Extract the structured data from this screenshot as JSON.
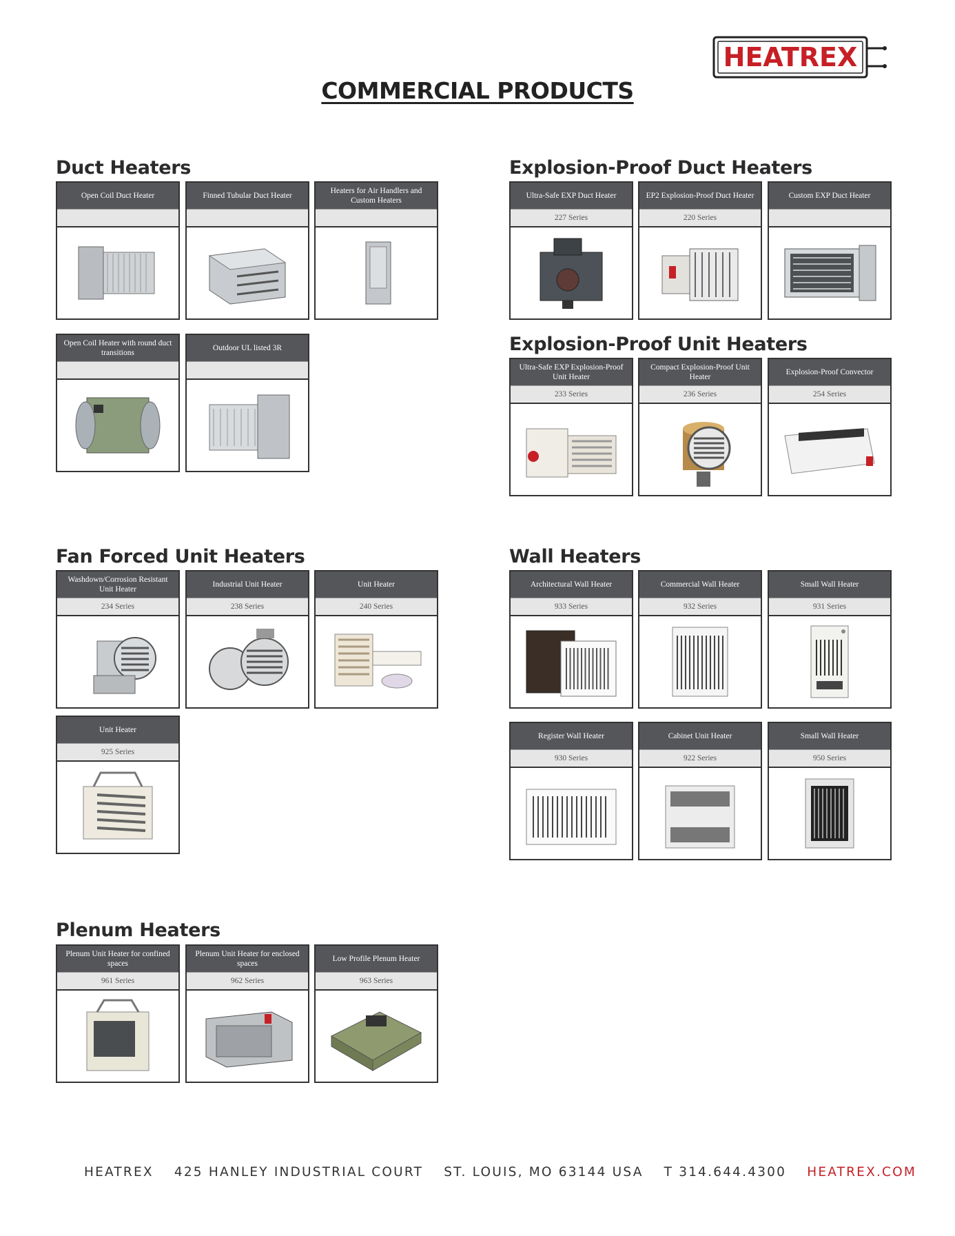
{
  "page": {
    "logo_text": "HEATREX",
    "title": "COMMERCIAL PRODUCTS"
  },
  "sections": {
    "duct": {
      "title": "Duct Heaters",
      "items": [
        {
          "name": "Open Coil Duct Heater",
          "series": "",
          "icon": "open-coil-duct-heater-image"
        },
        {
          "name": "Finned Tubular Duct Heater",
          "series": "",
          "icon": "finned-tubular-duct-heater-image"
        },
        {
          "name": "Heaters for Air Handlers and Custom Heaters",
          "series": "",
          "icon": "air-handler-heater-image"
        },
        {
          "name": "Open Coil Heater with round duct transitions",
          "series": "",
          "icon": "round-duct-heater-image"
        },
        {
          "name": "Outdoor UL listed 3R",
          "series": "",
          "icon": "outdoor-duct-heater-image"
        }
      ]
    },
    "exp_duct": {
      "title": "Explosion-Proof Duct Heaters",
      "items": [
        {
          "name": "Ultra-Safe EXP Duct Heater",
          "series": "227 Series",
          "icon": "ultra-safe-exp-duct-image"
        },
        {
          "name": "EP2 Explosion-Proof Duct Heater",
          "series": "220 Series",
          "icon": "ep2-duct-heater-image"
        },
        {
          "name": "Custom EXP Duct Heater",
          "series": "",
          "icon": "custom-exp-duct-image"
        }
      ]
    },
    "exp_unit": {
      "title": "Explosion-Proof Unit Heaters",
      "items": [
        {
          "name": "Ultra-Safe EXP Explosion-Proof Unit Heater",
          "series": "233 Series",
          "icon": "ultra-safe-unit-heater-image"
        },
        {
          "name": "Compact Explosion-Proof Unit Heater",
          "series": "236 Series",
          "icon": "compact-unit-heater-image"
        },
        {
          "name": "Explosion-Proof Convector",
          "series": "254 Series",
          "icon": "convector-image"
        }
      ]
    },
    "fan": {
      "title": "Fan Forced Unit Heaters",
      "items": [
        {
          "name": "Washdown/Corrosion Resistant Unit Heater",
          "series": "234 Series",
          "icon": "washdown-unit-heater-image"
        },
        {
          "name": "Industrial Unit Heater",
          "series": "238 Series",
          "icon": "industrial-unit-heater-image"
        },
        {
          "name": "Unit Heater",
          "series": "240 Series",
          "icon": "unit-heater-240-image"
        },
        {
          "name": "Unit Heater",
          "series": "925 Series",
          "icon": "unit-heater-925-image"
        }
      ]
    },
    "wall": {
      "title": "Wall Heaters",
      "items": [
        {
          "name": "Architectural Wall Heater",
          "series": "933 Series",
          "icon": "architectural-wall-heater-image"
        },
        {
          "name": "Commercial Wall Heater",
          "series": "932 Series",
          "icon": "commercial-wall-heater-image"
        },
        {
          "name": "Small Wall Heater",
          "series": "931 Series",
          "icon": "small-wall-heater-931-image"
        },
        {
          "name": "Register Wall Heater",
          "series": "930 Series",
          "icon": "register-wall-heater-image"
        },
        {
          "name": "Cabinet Unit Heater",
          "series": "922 Series",
          "icon": "cabinet-unit-heater-image"
        },
        {
          "name": "Small Wall Heater",
          "series": "950 Series",
          "icon": "small-wall-heater-950-image"
        }
      ]
    },
    "plenum": {
      "title": "Plenum Heaters",
      "items": [
        {
          "name": "Plenum Unit Heater for confined spaces",
          "series": "961 Series",
          "icon": "plenum-confined-image"
        },
        {
          "name": "Plenum Unit Heater for enclosed spaces",
          "series": "962 Series",
          "icon": "plenum-enclosed-image"
        },
        {
          "name": "Low Profile Plenum Heater",
          "series": "963 Series",
          "icon": "low-profile-plenum-image"
        }
      ]
    }
  },
  "footer": {
    "company": "HEATREX",
    "address": "425 HANLEY INDUSTRIAL COURT",
    "city": "ST. LOUIS, MO 63144 USA",
    "phone": "T 314.644.4300",
    "url": "HEATREX.COM"
  },
  "colors": {
    "brand_red": "#c62026",
    "header_gray": "#55565a",
    "series_gray": "#e6e6e6"
  }
}
